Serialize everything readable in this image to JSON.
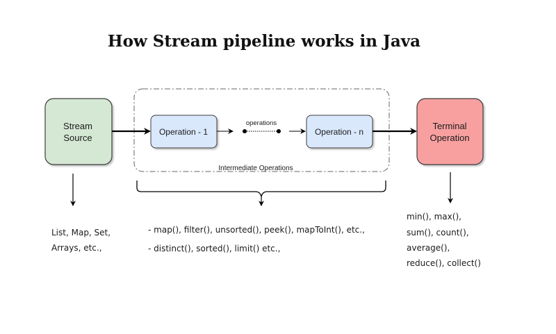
{
  "title": "How Stream pipeline works in Java",
  "nodes": {
    "source": {
      "lines": [
        "Stream",
        "Source"
      ],
      "fill": "#d5e8d4",
      "stroke": "#3c3c3c"
    },
    "op1": {
      "label": "Operation - 1",
      "fill": "#dae8fc",
      "stroke": "#3c3c3c"
    },
    "opn": {
      "label": "Operation - n",
      "fill": "#dae8fc",
      "stroke": "#3c3c3c"
    },
    "terminal": {
      "lines": [
        "Terminal",
        "Operation"
      ],
      "fill": "#f8a0a0",
      "stroke": "#3c3c3c"
    }
  },
  "connectors": {
    "middle_label": "operations"
  },
  "group": {
    "label": "Intermediate Operations"
  },
  "notes": {
    "source": [
      "List, Map, Set,",
      "Arrays, etc.,"
    ],
    "intermediate": [
      "- map(), filter(), unsorted(), peek(), mapToInt(), etc.,",
      "- distinct(), sorted(), limit() etc.,"
    ],
    "terminal": [
      "min(), max(),",
      "sum(), count(),",
      "average(),",
      "reduce(), collect()"
    ]
  }
}
